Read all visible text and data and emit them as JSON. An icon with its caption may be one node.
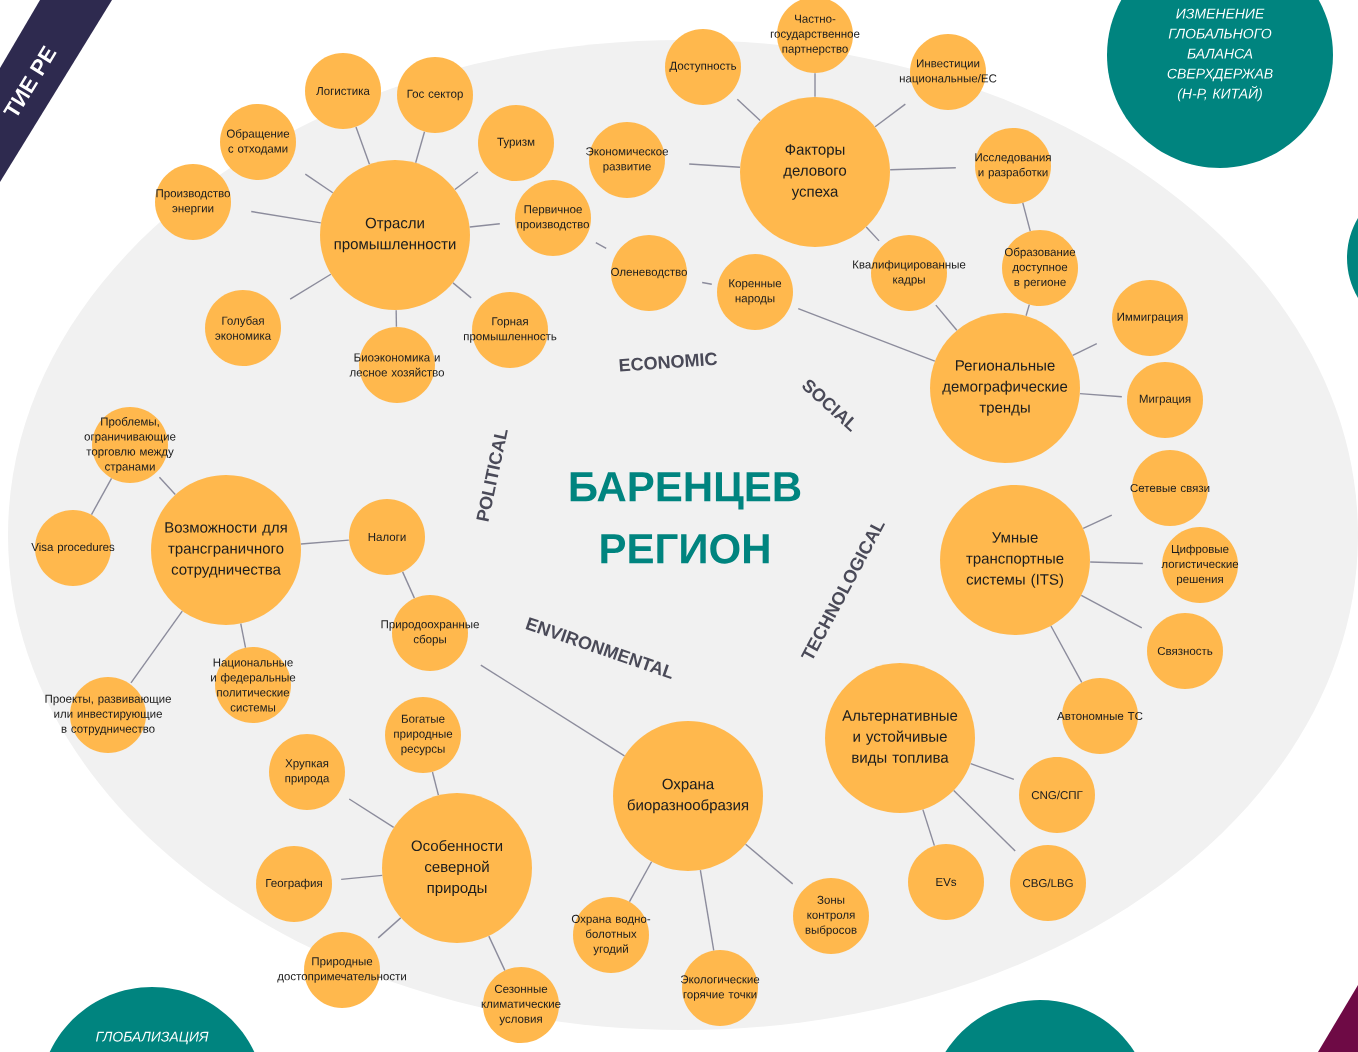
{
  "diagram": {
    "title": "БАРЕНЦЕВ РЕГИОН",
    "nodes": [
      {
        "text": [
          "ИЗМЕНЕНИЕ ГЛОБАЛЬНОГО БАЛАНСА СВЕРХДЕРЖАВ (Н-Р, КИТАЙ)"
        ]
      },
      {
        "text": [
          "Частно-государственное партнерство"
        ]
      },
      {
        "text": [
          "Доступность"
        ]
      },
      {
        "text": [
          "Инвестиции национальные/ЕС"
        ]
      },
      {
        "text": [
          "Логистика"
        ]
      },
      {
        "text": [
          "Гос сектор"
        ]
      },
      {
        "text": [
          "Обращение с отходами"
        ]
      },
      {
        "text": [
          "Туризм"
        ]
      },
      {
        "text": [
          "Факторы делового успеха"
        ]
      },
      {
        "text": [
          "Экономическое развитие"
        ]
      },
      {
        "text": [
          "Исследования и разработки"
        ]
      },
      {
        "text": [
          "Производство энергии"
        ]
      },
      {
        "text": [
          "Отрасли промышленности"
        ]
      },
      {
        "text": [
          "Первичное производство"
        ]
      },
      {
        "text": [
          "Оленеводство"
        ]
      },
      {
        "text": [
          "Коренные народы"
        ]
      },
      {
        "text": [
          "Квалифицированные кадры"
        ]
      },
      {
        "text": [
          "Образование доступное в регионе"
        ]
      },
      {
        "text": [
          "Голубая экономика"
        ]
      },
      {
        "text": [
          "Горная промышленность"
        ]
      },
      {
        "text": [
          "Иммиграция"
        ]
      },
      {
        "text": [
          "Биоэкономика и лесное хозяйство"
        ]
      },
      {
        "text": [
          "Региональные демографические тренды"
        ]
      },
      {
        "text": [
          "Миграция"
        ]
      },
      {
        "text": [
          "Проблемы, ограничивающие торговлю между странами"
        ]
      },
      {
        "text": [
          "Сетевые связи"
        ]
      },
      {
        "text": [
          "Возможности для трансграничного сотрудничества"
        ]
      },
      {
        "text": [
          "Налоги"
        ]
      },
      {
        "text": [
          "Visa procedures"
        ]
      },
      {
        "text": [
          "Умные транспортные системы (ITS)"
        ]
      },
      {
        "text": [
          "Цифровые логистические решения"
        ]
      },
      {
        "text": [
          "Природоохранные сборы"
        ]
      },
      {
        "text": [
          "Связность"
        ]
      },
      {
        "text": [
          "Национальные и федеральные политические системы"
        ]
      },
      {
        "text": [
          "Проекты, развивающие или инвестирующие в сотрудничество"
        ]
      },
      {
        "text": [
          "Автономные ТС"
        ]
      },
      {
        "text": [
          "Альтернативные и устойчивые виды топлива"
        ]
      },
      {
        "text": [
          "Богатые природные ресурсы"
        ]
      },
      {
        "text": [
          "Хрупкая природа"
        ]
      },
      {
        "text": [
          "Охрана биоразнообразия"
        ]
      },
      {
        "text": [
          "CNG/СПГ"
        ]
      },
      {
        "text": [
          "Особенности северной природы"
        ]
      },
      {
        "text": [
          "География"
        ]
      },
      {
        "text": [
          "EVs"
        ]
      },
      {
        "text": [
          "CBG/LBG"
        ]
      },
      {
        "text": [
          "Зоны контроля выбросов"
        ]
      },
      {
        "text": [
          "Охрана водно-болотных угодий"
        ]
      },
      {
        "text": [
          "Природные достопримечательности"
        ]
      },
      {
        "text": [
          "Экологические горячие точки"
        ]
      },
      {
        "text": [
          "Сезонные климатические условия"
        ]
      },
      {
        "text": [
          "ГЛОБАЛИЗАЦИЯ"
        ]
      },
      {
        "text": [],
        "shape": "circle"
      },
      {
        "text": [],
        "shape": "circle"
      }
    ],
    "edges": [
      {
        "from": 12,
        "to": 4,
        "arrow": "none"
      },
      {
        "from": 12,
        "to": 5,
        "arrow": "none"
      },
      {
        "from": 12,
        "to": 7,
        "arrow": "none"
      },
      {
        "from": 12,
        "to": 6,
        "arrow": "none"
      },
      {
        "from": 12,
        "to": 11,
        "arrow": "none"
      },
      {
        "from": 12,
        "to": 18,
        "arrow": "none"
      },
      {
        "from": 12,
        "to": 21,
        "arrow": "none"
      },
      {
        "from": 12,
        "to": 19,
        "arrow": "none"
      },
      {
        "from": 12,
        "to": 13,
        "arrow": "none"
      },
      {
        "from": 13,
        "to": 14,
        "arrow": "none"
      },
      {
        "from": 14,
        "to": 15,
        "arrow": "none"
      },
      {
        "from": 15,
        "to": 22,
        "arrow": "none"
      },
      {
        "from": 8,
        "to": 2,
        "arrow": "none"
      },
      {
        "from": 8,
        "to": 1,
        "arrow": "none"
      },
      {
        "from": 8,
        "to": 3,
        "arrow": "none"
      },
      {
        "from": 8,
        "to": 9,
        "arrow": "none"
      },
      {
        "from": 8,
        "to": 10,
        "arrow": "none"
      },
      {
        "from": 8,
        "to": 16,
        "arrow": "none"
      },
      {
        "from": 10,
        "to": 17,
        "arrow": "none"
      },
      {
        "from": 17,
        "to": 22,
        "arrow": "none"
      },
      {
        "from": 16,
        "to": 22,
        "arrow": "none"
      },
      {
        "from": 22,
        "to": 20,
        "arrow": "none"
      },
      {
        "from": 22,
        "to": 23,
        "arrow": "none"
      },
      {
        "from": 29,
        "to": 25,
        "arrow": "none"
      },
      {
        "from": 29,
        "to": 30,
        "arrow": "none"
      },
      {
        "from": 29,
        "to": 32,
        "arrow": "none"
      },
      {
        "from": 29,
        "to": 35,
        "arrow": "none"
      },
      {
        "from": 36,
        "to": 40,
        "arrow": "none"
      },
      {
        "from": 36,
        "to": 43,
        "arrow": "none"
      },
      {
        "from": 36,
        "to": 44,
        "arrow": "none"
      },
      {
        "from": 39,
        "to": 31,
        "arrow": "none"
      },
      {
        "from": 39,
        "to": 46,
        "arrow": "none"
      },
      {
        "from": 39,
        "to": 48,
        "arrow": "none"
      },
      {
        "from": 39,
        "to": 45,
        "arrow": "none"
      },
      {
        "from": 31,
        "to": 27,
        "arrow": "none"
      },
      {
        "from": 27,
        "to": 26,
        "arrow": "none"
      },
      {
        "from": 26,
        "to": 24,
        "arrow": "none"
      },
      {
        "from": 24,
        "to": 28,
        "arrow": "none"
      },
      {
        "from": 26,
        "to": 34,
        "arrow": "none"
      },
      {
        "from": 26,
        "to": 33,
        "arrow": "none"
      },
      {
        "from": 41,
        "to": 37,
        "arrow": "none"
      },
      {
        "from": 41,
        "to": 38,
        "arrow": "none"
      },
      {
        "from": 41,
        "to": 42,
        "arrow": "none"
      },
      {
        "from": 41,
        "to": 47,
        "arrow": "none"
      },
      {
        "from": 41,
        "to": 49,
        "arrow": "none"
      }
    ],
    "labels": [
      "ТИЕ РЕ",
      "ECONOMIC",
      "SOCIAL",
      "POLITICAL",
      "TECHNOLOGICAL",
      "ENVIRONMENTAL"
    ]
  }
}
